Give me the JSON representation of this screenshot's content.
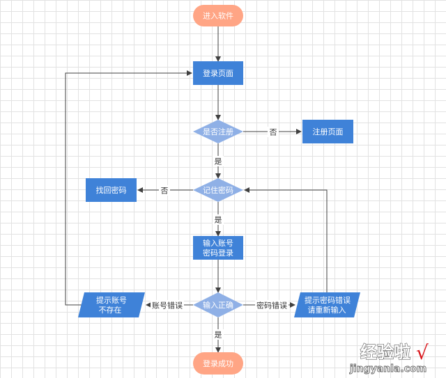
{
  "colors": {
    "terminal": "#ffa585",
    "process": "#3f82d8",
    "decision": "#8fb0e6",
    "io": "#3f82d8",
    "edge": "#404040",
    "check": "#d9141a"
  },
  "nodes": {
    "start": "进入软件",
    "login_page": "登录页面",
    "is_registered": "是否注册",
    "register_page": "注册页面",
    "remember_password": "记住密码",
    "find_password": "找回密码",
    "enter_account_line1": "输入账号",
    "enter_account_line2": "密码登录",
    "input_correct": "输入正确",
    "account_missing_line1": "提示账号",
    "account_missing_line2": "不存在",
    "password_error_line1": "提示密码错误",
    "password_error_line2": "请重新输入",
    "login_success": "登录成功"
  },
  "edge_labels": {
    "not_registered": "否",
    "registered": "是",
    "not_remembered": "否",
    "remembered": "是",
    "account_error": "账号错误",
    "password_error": "密码错误",
    "correct": "是"
  },
  "watermark": {
    "text": "经验啦",
    "check": "√",
    "url": "jingyanla.com"
  }
}
